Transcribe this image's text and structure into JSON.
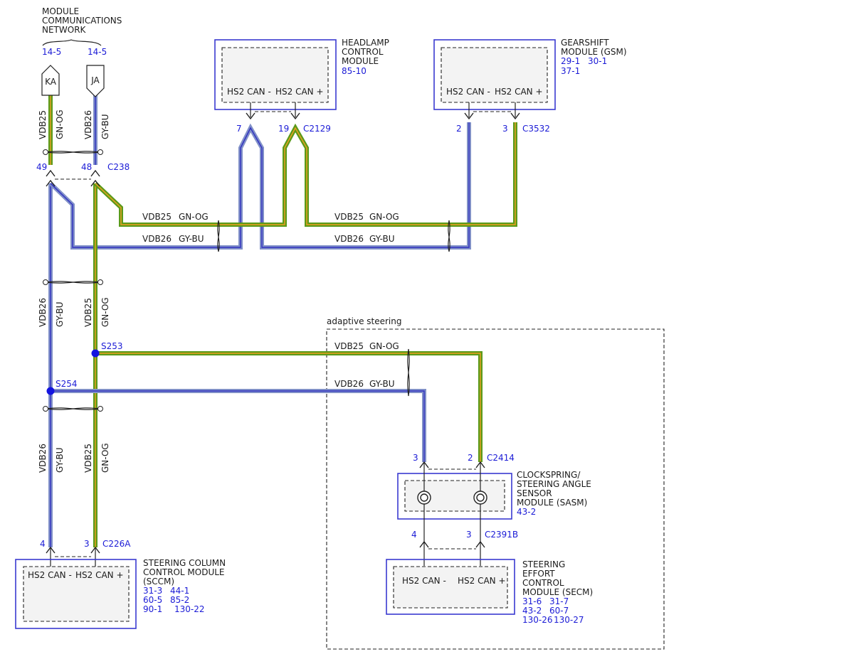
{
  "colors": {
    "gn_og": "#5a9a1a",
    "gn_og_stripe": "#f0a020",
    "gy_bu": "#8090c8",
    "gy_bu_stripe": "#3030c0",
    "module_border": "#3a3ad0",
    "ref_text": "#1b1bd6",
    "splice_dot": "#1414e0"
  },
  "network": {
    "title_lines": [
      "MODULE",
      "COMMUNICATIONS",
      "NETWORK"
    ],
    "refs": [
      "14-5",
      "14-5"
    ],
    "tags": [
      "KA",
      "JA"
    ]
  },
  "wire_labels": {
    "vdb25": "VDB25",
    "vdb26": "VDB26",
    "gn_og": "GN-OG",
    "gy_bu": "GY-BU"
  },
  "headlamp": {
    "name_lines": [
      "HEADLAMP",
      "CONTROL",
      "MODULE"
    ],
    "ref": "85-10",
    "pin_minus": "HS2 CAN -",
    "pin_plus": "HS2 CAN +",
    "pin_num_minus": "7",
    "pin_num_plus": "19",
    "connector": "C2129"
  },
  "gsm": {
    "name_lines": [
      "GEARSHIFT",
      "MODULE (GSM)"
    ],
    "refs": [
      "29-1",
      "30-1",
      "37-1"
    ],
    "pin_minus": "HS2 CAN -",
    "pin_plus": "HS2 CAN +",
    "pin_num_minus": "2",
    "pin_num_plus": "3",
    "connector": "C3532"
  },
  "c238": {
    "pin_left": "49",
    "pin_right": "48",
    "connector": "C238"
  },
  "splices": {
    "s253": "S253",
    "s254": "S254"
  },
  "adaptive": {
    "label": "adaptive steering"
  },
  "sasm": {
    "name_lines": [
      "CLOCKSPRING/",
      "STEERING ANGLE",
      "SENSOR",
      "MODULE (SASM)"
    ],
    "ref": "43-2",
    "pin_num_left": "3",
    "pin_num_right": "2",
    "connector": "C2414"
  },
  "secm": {
    "name_lines": [
      "STEERING",
      "EFFORT",
      "CONTROL",
      "MODULE (SECM)"
    ],
    "refs": [
      "31-6",
      "31-7",
      "43-2",
      "60-7",
      "130-26",
      "130-27"
    ],
    "pin_minus": "HS2 CAN -",
    "pin_plus": "HS2 CAN +",
    "pin_num_left": "4",
    "pin_num_right": "3",
    "connector": "C2391B"
  },
  "sccm": {
    "name_lines": [
      "STEERING COLUMN",
      "CONTROL MODULE",
      "(SCCM)"
    ],
    "refs": [
      "31-3",
      "44-1",
      "60-5",
      "85-2",
      "90-1",
      "130-22"
    ],
    "pin_minus": "HS2 CAN -",
    "pin_plus": "HS2 CAN +",
    "pin_num_left": "4",
    "pin_num_right": "3",
    "connector": "C226A"
  }
}
